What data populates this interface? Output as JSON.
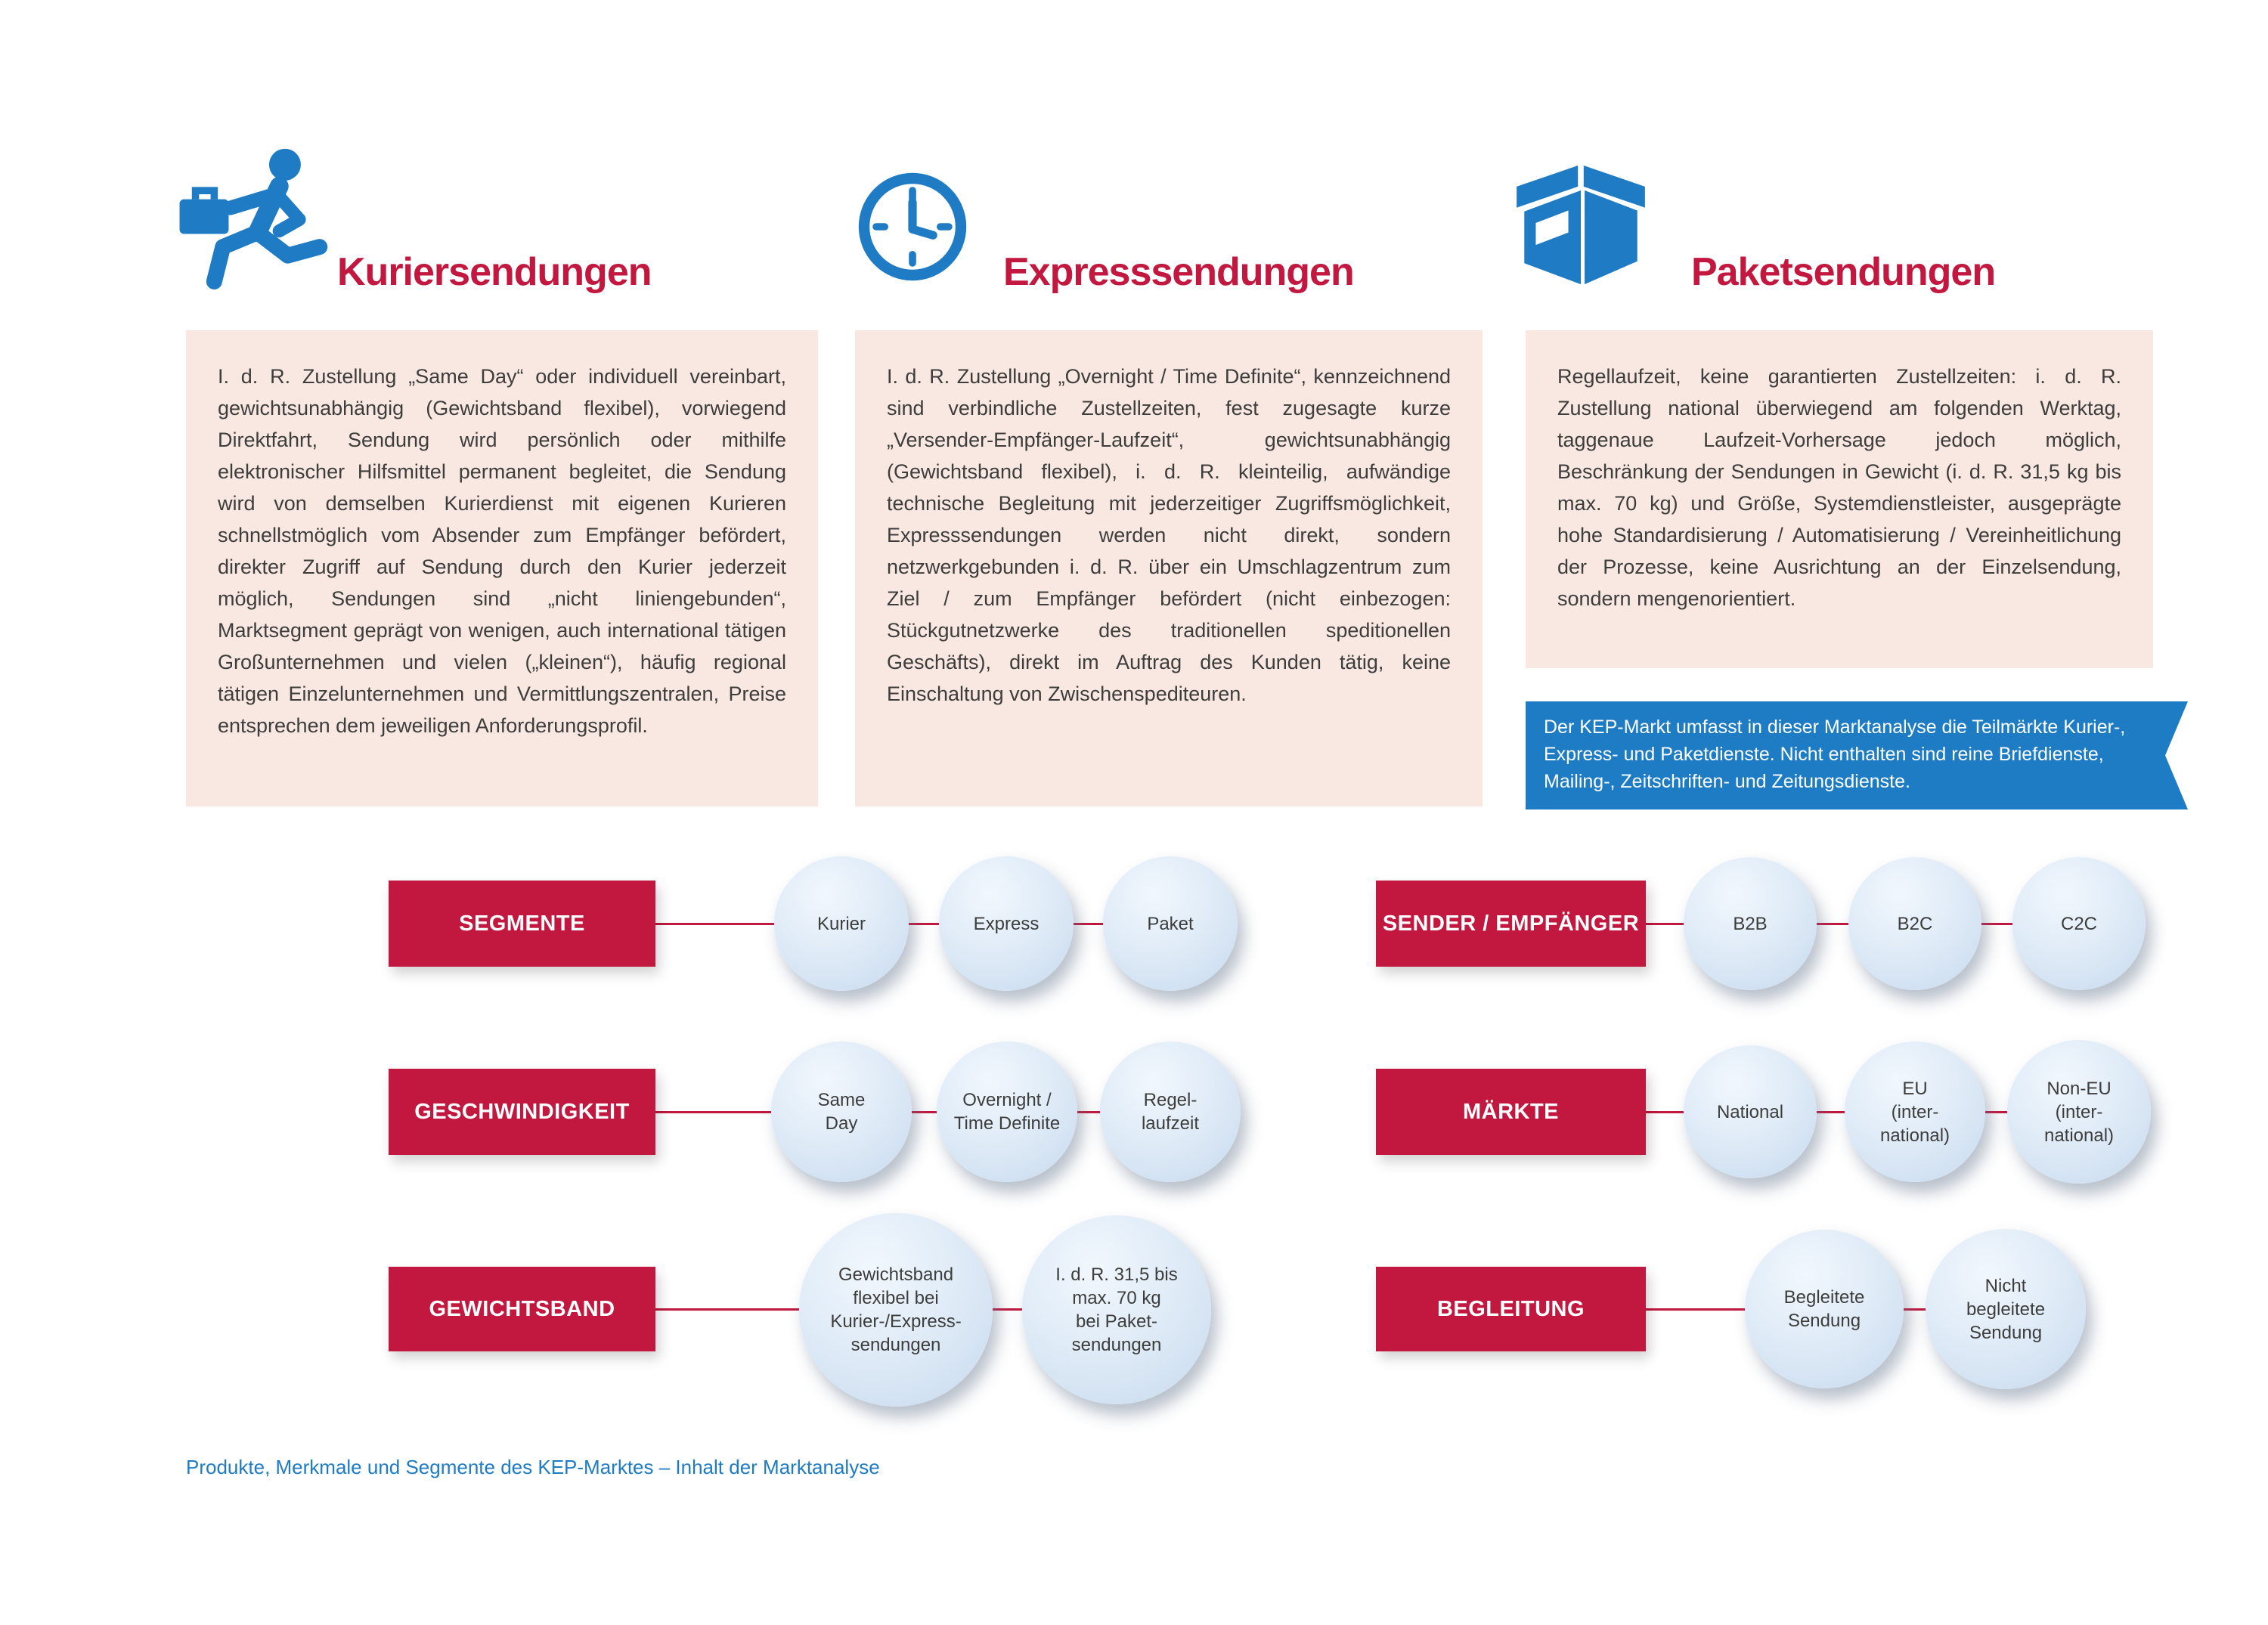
{
  "colors": {
    "red": "#c2173e",
    "blue": "#1e7bc4",
    "pink_box": "#f9e7e2",
    "circle_fill": "#dde9f6",
    "body_text": "#3d3d3c"
  },
  "sections": [
    {
      "icon": "courier-runner-icon",
      "title": "Kuriersendungen",
      "body": "I. d. R. Zustellung „Same Day“ oder individuell vereinbart, gewichtsunabhängig (Gewichtsband flexibel), vorwiegend Direktfahrt, Sendung wird persönlich oder mithilfe elektronischer Hilfsmittel permanent begleitet, die Sendung wird von demselben Kurierdienst mit eigenen Kurieren schnellstmöglich vom Absender zum Empfänger befördert, direkter Zugriff auf Sendung durch den Kurier jederzeit möglich, Sendungen sind „nicht liniengebunden“, Marktsegment geprägt von wenigen, auch international tätigen Großunternehmen und vielen („kleinen“), häufig regional tätigen Einzelunternehmen und Vermittlungszentralen, Preise entsprechen dem jeweiligen Anforderungsprofil."
    },
    {
      "icon": "clock-icon",
      "title": "Expresssendungen",
      "body": "I. d. R. Zustellung „Overnight / Time Definite“, kennzeichnend sind verbindliche Zustellzeiten, fest zugesagte kurze „Versender-Empfänger-Laufzeit“, gewichtsunabhängig (Gewichtsband flexibel), i. d. R. kleinteilig, aufwändige technische Begleitung mit jederzeitiger Zugriffsmöglichkeit, Expresssendungen werden nicht direkt, sondern netzwerkgebunden i. d. R. über ein Umschlagzentrum zum Ziel / zum Empfänger befördert (nicht einbezogen: Stückgutnetzwerke des traditionellen speditionellen Geschäfts), direkt im Auftrag des Kunden tätig, keine Einschaltung von Zwischenspediteuren."
    },
    {
      "icon": "package-icon",
      "title": "Paketsendungen",
      "body": "Regellaufzeit, keine garantierten Zustellzeiten: i. d. R. Zustellung national überwiegend am folgenden Werktag, taggenaue Laufzeit-Vorhersage jedoch möglich, Beschränkung der Sendungen in Gewicht (i. d. R. 31,5 kg bis max. 70 kg) und Größe, Systemdienstleister, ausgeprägte hohe Standardisierung / Automatisierung / Vereinheitlichung der Prozesse, keine Ausrichtung an der Einzelsendung, sondern mengenorientiert."
    }
  ],
  "ribbon": {
    "text": "Der KEP-Markt umfasst in dieser Marktanalyse die Teilmärkte Kurier-, Express- und Paketdienste. Nicht enthalten sind reine Briefdienste, Mailing-, Zeitschriften- und Zeitungsdienste."
  },
  "matrix": {
    "left_rows": [
      {
        "label": "SEGMENTE",
        "nodes": [
          "Kurier",
          "Express",
          "Paket"
        ]
      },
      {
        "label": "GESCHWINDIGKEIT",
        "nodes": [
          "Same\nDay",
          "Overnight /\nTime Definite",
          "Regel-\nlaufzeit"
        ]
      },
      {
        "label": "GEWICHTSBAND",
        "nodes": [
          "Gewichtsband\nflexibel bei\nKurier-/Express-\nsendungen",
          "I. d. R. 31,5 bis\nmax. 70 kg\nbei Paket-\nsendungen"
        ]
      }
    ],
    "right_rows": [
      {
        "label": "SENDER / EMPFÄNGER",
        "nodes": [
          "B2B",
          "B2C",
          "C2C"
        ]
      },
      {
        "label": "MÄRKTE",
        "nodes": [
          "National",
          "EU\n(inter-\nnational)",
          "Non-EU\n(inter-\nnational)"
        ]
      },
      {
        "label": "BEGLEITUNG",
        "nodes": [
          "Begleitete\nSendung",
          "Nicht\nbegleitete\nSendung"
        ]
      }
    ]
  },
  "caption": "Produkte, Merkmale und Segmente des KEP-Marktes – Inhalt der Marktanalyse"
}
